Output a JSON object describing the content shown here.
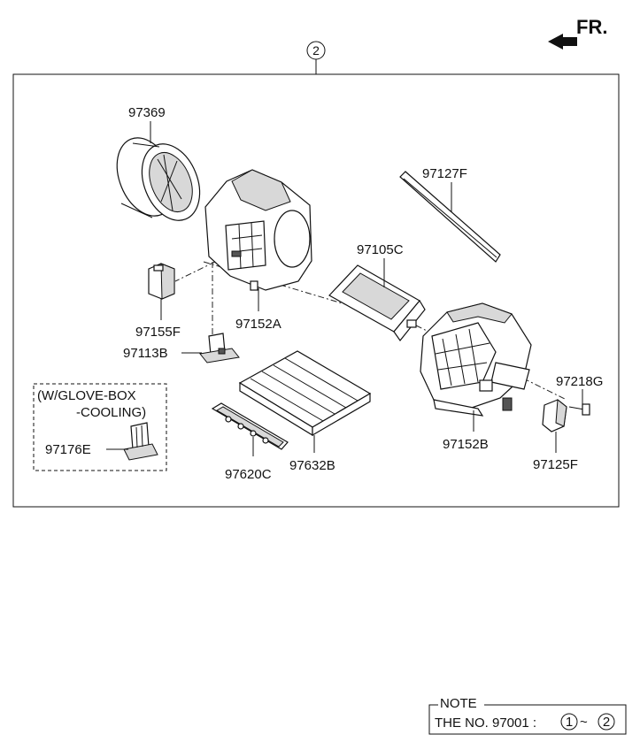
{
  "direction": {
    "label": "FR."
  },
  "assembly": {
    "ref_number": "2"
  },
  "parts": [
    {
      "id": "p97369",
      "number": "97369"
    },
    {
      "id": "p97152A",
      "number": "97152A"
    },
    {
      "id": "p97155F",
      "number": "97155F"
    },
    {
      "id": "p97113B",
      "number": "97113B"
    },
    {
      "id": "p97127F",
      "number": "97127F"
    },
    {
      "id": "p97105C",
      "number": "97105C"
    },
    {
      "id": "p97218G",
      "number": "97218G"
    },
    {
      "id": "p97152B",
      "number": "97152B"
    },
    {
      "id": "p97125F",
      "number": "97125F"
    },
    {
      "id": "p97620C",
      "number": "97620C"
    },
    {
      "id": "p97632B",
      "number": "97632B"
    },
    {
      "id": "p97176E",
      "number": "97176E"
    }
  ],
  "option_box": {
    "line1": "(W/GLOVE-BOX",
    "line2": "-COOLING)"
  },
  "note": {
    "title": "NOTE",
    "text": "THE NO. 97001 :",
    "ref1": "1",
    "separator": "~",
    "ref2": "2"
  }
}
